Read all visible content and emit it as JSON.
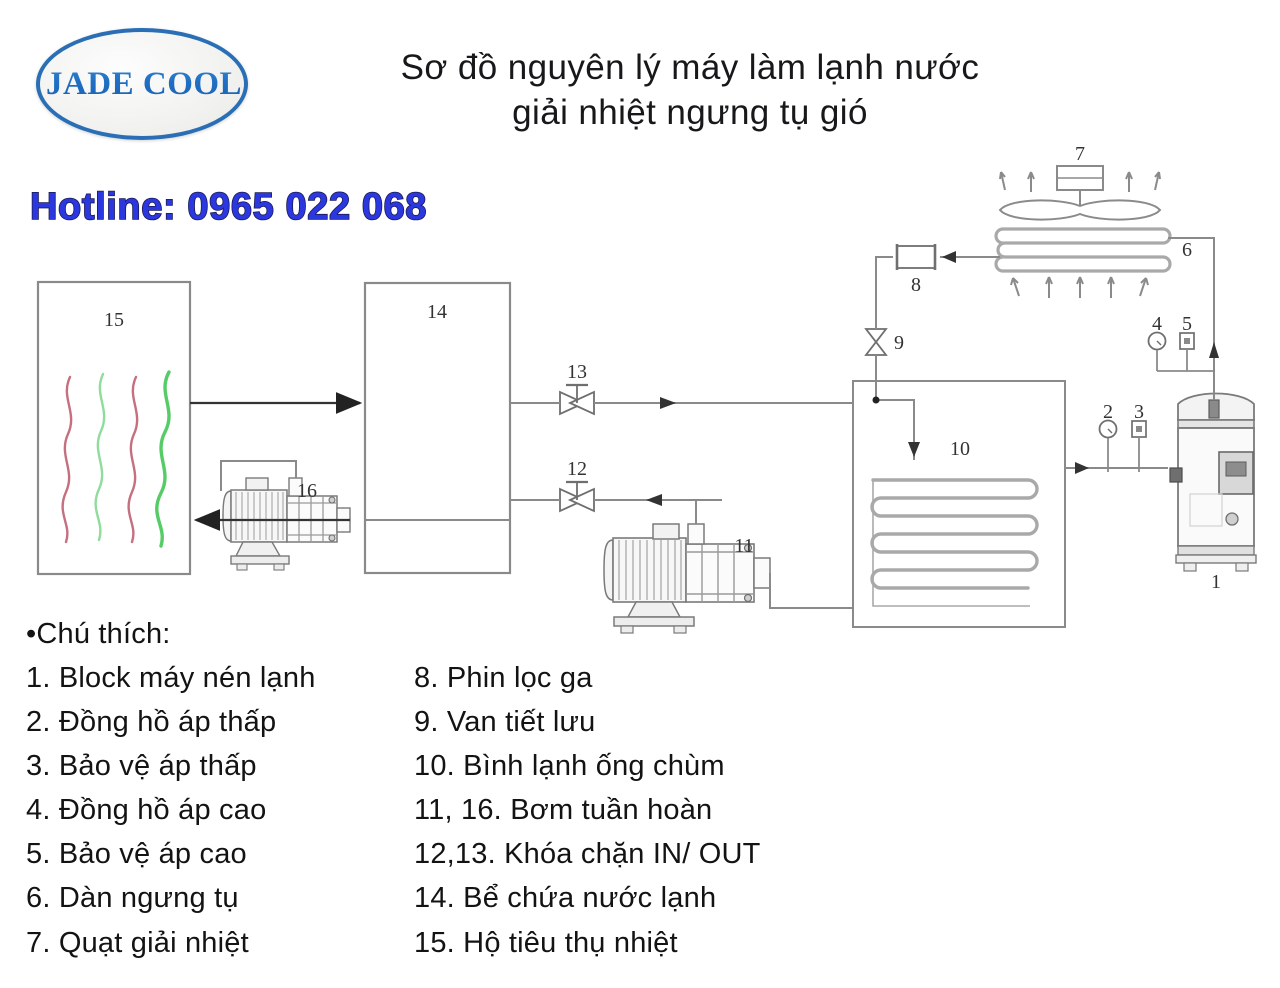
{
  "brand": {
    "logo_text": "JADE COOL",
    "logo_icon": "oval-badge-logo",
    "accent_blue": "#2a6fb5"
  },
  "header": {
    "title_line1": "Sơ đồ nguyên lý máy làm lạnh nước",
    "title_line2": "giải nhiệt ngưng tụ gió",
    "hotline": "Hotline: 0965 022 068",
    "hotline_color": "#2b38e0"
  },
  "legend": {
    "heading": "•Chú thích:",
    "left": [
      "1. Block máy nén lạnh",
      "2. Đồng hồ áp thấp",
      "3. Bảo vệ áp thấp",
      "4. Đồng hồ áp cao",
      "5. Bảo vệ áp cao",
      "6. Dàn ngưng tụ",
      "7. Quạt giải nhiệt"
    ],
    "right": [
      "8. Phin lọc ga",
      "9. Van tiết lưu",
      "10. Bình lạnh ống chùm",
      "11, 16. Bơm tuần hoàn",
      "12,13. Khóa chặn IN/ OUT",
      "14. Bể chứa nước lạnh",
      "15. Hộ tiêu thụ nhiệt"
    ]
  },
  "diagram": {
    "callouts": {
      "compressor": "1",
      "low_pressure_gauge": "2",
      "low_pressure_switch": "3",
      "high_pressure_gauge": "4",
      "high_pressure_switch": "5",
      "condenser": "6",
      "fan": "7",
      "filter_drier": "8",
      "expansion_valve": "9",
      "chiller_vessel": "10",
      "pump_chilled": "11",
      "valve_in": "12",
      "valve_out": "13",
      "water_tank": "14",
      "heat_consumer": "15",
      "pump_load": "16"
    },
    "colors": {
      "line": "#8a8a8a",
      "line_dark": "#4a4a4a",
      "wave_red": "#c4707f",
      "wave_green": "#55cc66",
      "wave_green_light": "#8fdc9c"
    }
  }
}
